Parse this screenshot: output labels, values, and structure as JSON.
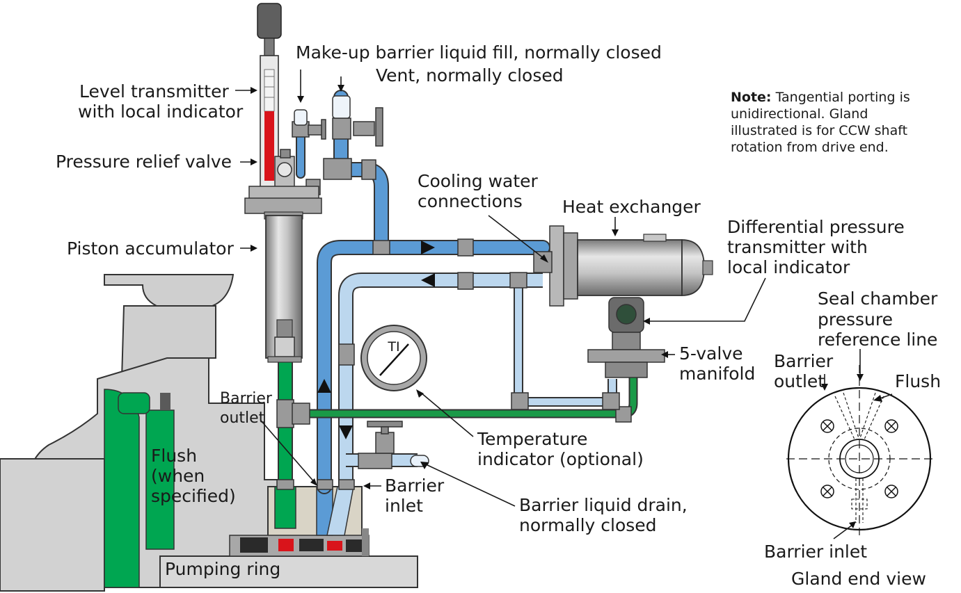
{
  "labels": {
    "makeup_fill": "Make-up barrier liquid fill, normally closed",
    "vent": "Vent, normally closed",
    "level_tx_1": "Level transmitter",
    "level_tx_2": "with local indicator",
    "prv": "Pressure relief valve",
    "cooling_1": "Cooling water",
    "cooling_2": "connections",
    "heat_exchanger": "Heat exchanger",
    "dpt_1": "Differential pressure",
    "dpt_2": "transmitter with",
    "dpt_3": "local indicator",
    "piston": "Piston accumulator",
    "seal_ref_1": "Seal chamber",
    "seal_ref_2": "pressure",
    "seal_ref_3": "reference line",
    "manifold_1": "5-valve",
    "manifold_2": "manifold",
    "barrier_outlet_1": "Barrier",
    "barrier_outlet_2": "outlet",
    "gland_outlet_1": "Barrier",
    "gland_outlet_2": "outlet",
    "gland_flush": "Flush",
    "temp_1": "Temperature",
    "temp_2": "indicator (optional)",
    "flush_1": "Flush",
    "flush_2": "(when",
    "flush_3": "specified)",
    "barrier_inlet_1": "Barrier",
    "barrier_inlet_2": "inlet",
    "drain_1": "Barrier liquid drain,",
    "drain_2": "normally closed",
    "gland_inlet": "Barrier inlet",
    "gland_end_view": "Gland end view",
    "pumping_ring": "Pumping ring",
    "ti_badge": "TI"
  },
  "note": {
    "bold": "Note:",
    "line1": " Tangential porting is",
    "line2": "unidirectional. Gland",
    "line3": "illustrated is for CCW shaft",
    "line4": "rotation from drive end."
  },
  "colors": {
    "barrier_hot": "#5b9bd5",
    "barrier_cool": "#bcd7ee",
    "reference_line": "#1a9a48",
    "seal_green": "#00a651",
    "steel": "#b3b3b3",
    "steel_dark": "#6d6d6d",
    "casing": "#c8c8c8",
    "indicator_red": "#d9141b"
  },
  "icons": [
    "flow-arrow-icon",
    "valve-icon",
    "gauge-icon",
    "handwheel-icon"
  ]
}
